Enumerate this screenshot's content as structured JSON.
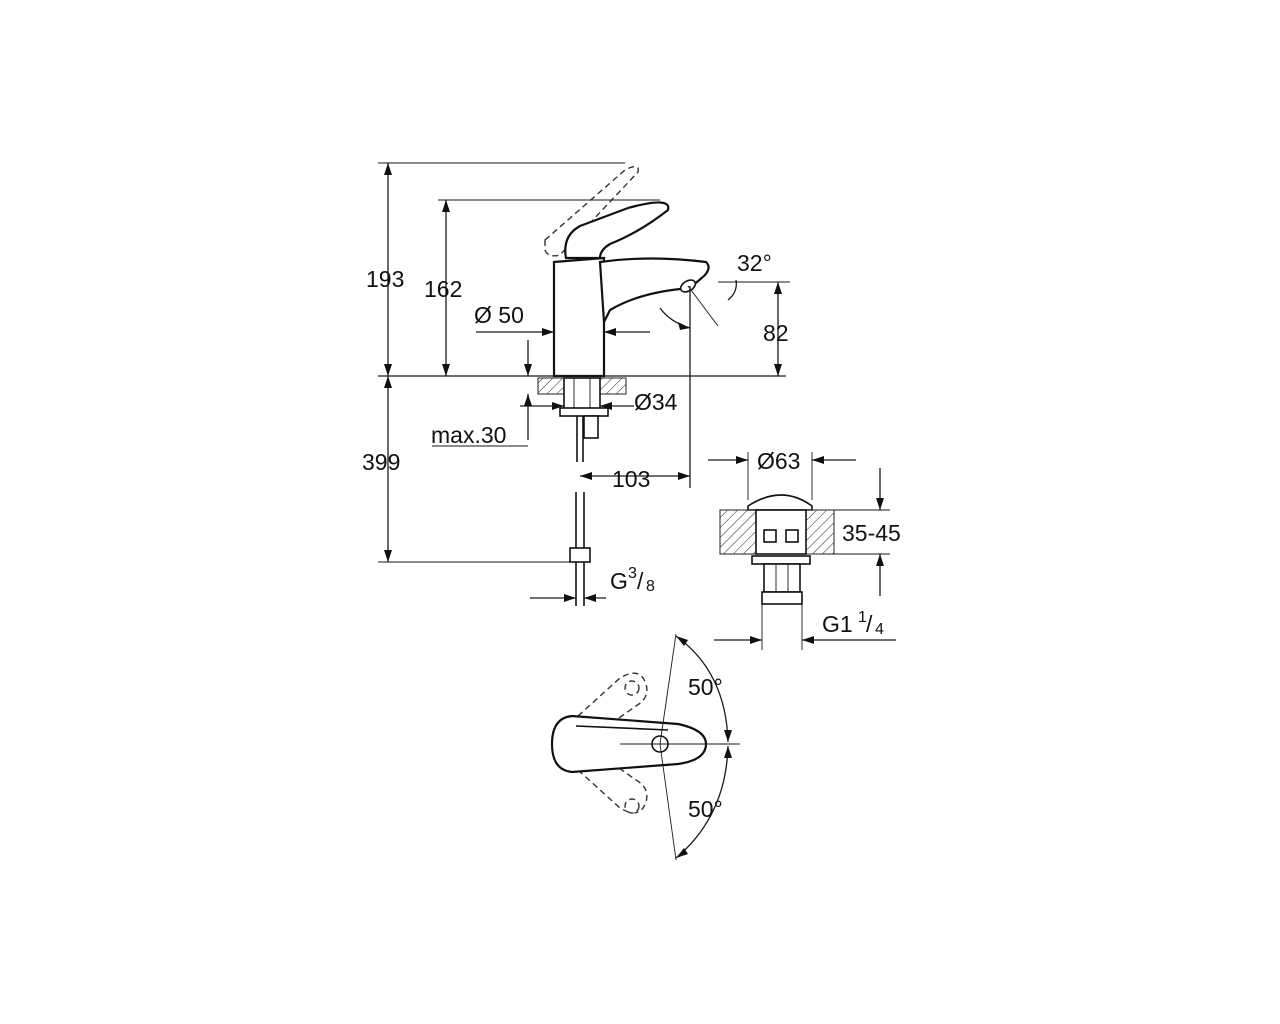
{
  "colors": {
    "line": "#1a1a1a",
    "background": "#ffffff"
  },
  "dimensions": {
    "total_height_lever_open": "193",
    "height_lever_closed": "162",
    "body_diameter": "Ø 50",
    "spout_angle": "32°",
    "spout_height": "82",
    "hole_diameter": "Ø34",
    "max_deck_thickness": "max.30",
    "flex_hose_length": "399",
    "spout_reach": "103",
    "hose_thread_prefix": "G",
    "hose_thread_num": "3",
    "hose_thread_den": "8",
    "waste_diameter": "Ø63",
    "waste_deck_range": "35-45",
    "waste_thread_prefix": "G1",
    "waste_thread_num": "1",
    "waste_thread_den": "4",
    "lever_angle_upper": "50°",
    "lever_angle_lower": "50°"
  }
}
